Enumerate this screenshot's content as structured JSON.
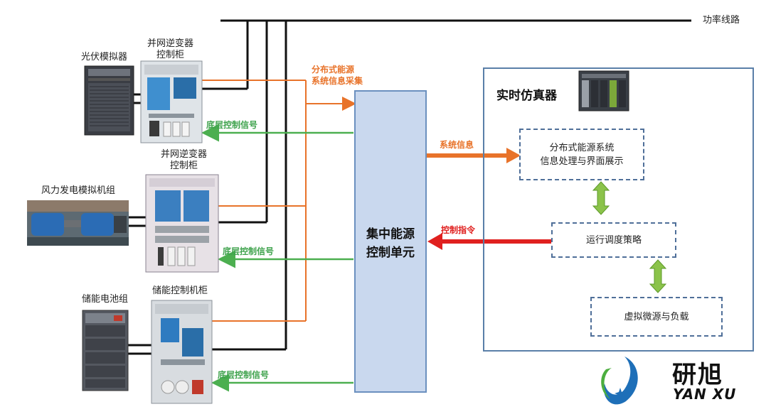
{
  "power_line": {
    "label": "功率线路"
  },
  "devices": {
    "pv_simulator": {
      "label": "光伏模拟器"
    },
    "inverter_cabinet_1": {
      "label_line1": "并网逆变器",
      "label_line2": "控制柜"
    },
    "inverter_cabinet_2": {
      "label_line1": "并网逆变器",
      "label_line2": "控制柜"
    },
    "wind_generator": {
      "label": "风力发电模拟机组"
    },
    "battery_group": {
      "label": "储能电池组"
    },
    "storage_cabinet": {
      "label": "储能控制机柜"
    }
  },
  "signals": {
    "info_collection": {
      "line1": "分布式能源",
      "line2": "系统信息采集"
    },
    "bottom_control_1": "底层控制信号",
    "bottom_control_2": "底层控制信号",
    "bottom_control_3": "底层控制信号",
    "system_info": "系统信息",
    "control_command": "控制指令"
  },
  "central_unit": {
    "line1": "集中能源",
    "line2": "控制单元"
  },
  "simulator": {
    "title": "实时仿真器",
    "box_display": {
      "line1": "分布式能源系统",
      "line2": "信息处理与界面展示"
    },
    "box_strategy": "运行调度策略",
    "box_virtual": "虚拟微源与负载"
  },
  "logo": {
    "name": "研旭",
    "sub": "YAN XU"
  },
  "colors": {
    "power": "#111111",
    "info_orange": "#e8732a",
    "control_green": "#4caf50",
    "command_red": "#e0201f",
    "central_fill": "#c9d8ee",
    "frame_blue": "#5a7fa8"
  }
}
